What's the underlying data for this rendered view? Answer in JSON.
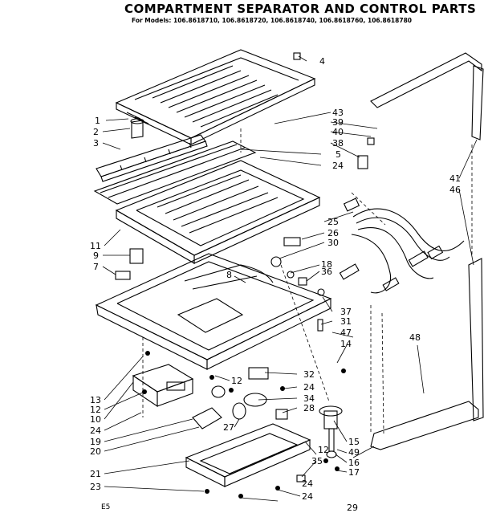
{
  "title": "COMPARTMENT SEPARATOR AND CONTROL PARTS",
  "subtitle": "For Models: 106.8618710, 106.8618720, 106.8618740, 106.8618760, 106.8618780",
  "page_mark": "E5",
  "callouts": [
    "1",
    "2",
    "3",
    "4",
    "5",
    "7",
    "8",
    "9",
    "10",
    "11",
    "12",
    "12",
    "12",
    "13",
    "14",
    "15",
    "16",
    "17",
    "18",
    "19",
    "20",
    "21",
    "23",
    "24",
    "24",
    "24",
    "24",
    "24",
    "25",
    "26",
    "27",
    "28",
    "29",
    "30",
    "31",
    "32",
    "34",
    "35",
    "36",
    "37",
    "38",
    "39",
    "40",
    "41",
    "43",
    "46",
    "47",
    "48",
    "49"
  ]
}
